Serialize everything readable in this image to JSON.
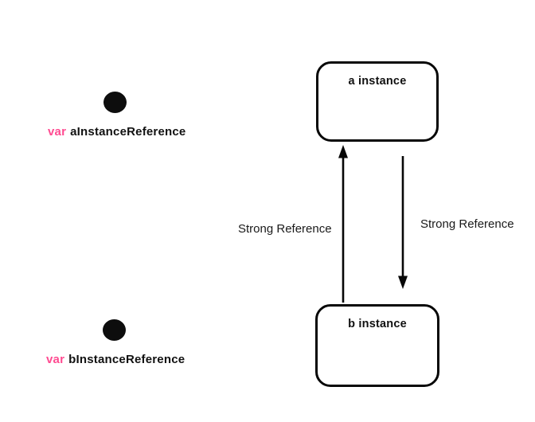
{
  "diagram": {
    "variables": [
      {
        "keyword": "var",
        "name": "aInstanceReference"
      },
      {
        "keyword": "var",
        "name": "bInstanceReference"
      }
    ],
    "instances": [
      {
        "label": "a instance"
      },
      {
        "label": "b instance"
      }
    ],
    "arrows": [
      {
        "label": "Strong Reference",
        "direction": "up"
      },
      {
        "label": "Strong Reference",
        "direction": "down"
      }
    ],
    "colors": {
      "keyword": "#FF4B91",
      "ink": "#000000",
      "background": "#FFFFFF"
    }
  }
}
